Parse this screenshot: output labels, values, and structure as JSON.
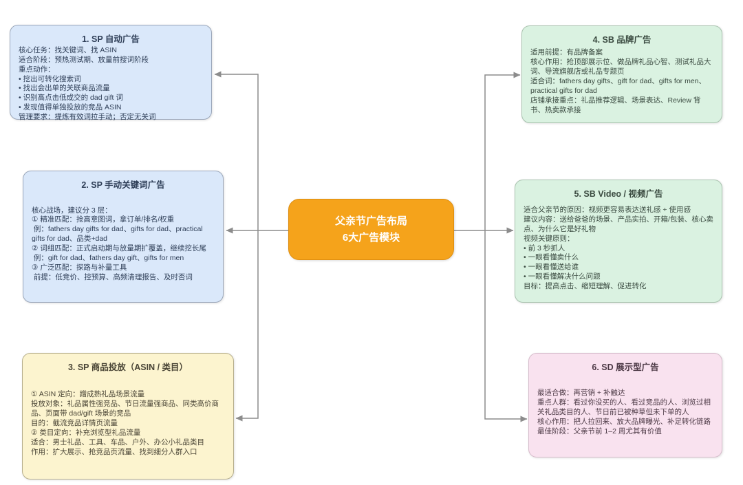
{
  "colors": {
    "center_fill": "#F5A31B",
    "center_border": "#DE8E10",
    "arrow": "#8C8C8C",
    "blue_fill": "#DAE8FA",
    "blue_border": "#9AA6B9",
    "blue_text": "#2E3E57",
    "yellow_fill": "#FCF4CF",
    "yellow_border": "#B6AE8C",
    "yellow_text": "#4A4536",
    "green_fill": "#DAF2E1",
    "green_border": "#A8C2AE",
    "green_text": "#3A4A40",
    "pink_fill": "#F9E2EF",
    "pink_border": "#D6BCCB",
    "pink_text": "#4D3A46"
  },
  "diagram": {
    "center": {
      "lines": [
        "父亲节广告布局",
        "6大广告模块"
      ]
    },
    "boxes": [
      {
        "title": "1. SP 自动广告",
        "lines": [
          "核心任务：找关键词、找 ASIN",
          "适合阶段：预热测试期、放量前搜词阶段",
          "重点动作：",
          "• 挖出可转化搜索词",
          "• 找出会出单的关联商品流量",
          "• 识别高点击低成交的 dad gift 词",
          "• 发现值得单独投放的竞品 ASIN",
          "管理要求：提炼有效词拉手动；否定无关词"
        ]
      },
      {
        "title": "2. SP 手动关键词广告",
        "lines": [
          "核心战场，建议分 3 层：",
          "① 精准匹配：抢高意图词，拿订单/排名/权重",
          " 例：fathers day gifts for dad、gifts for dad、practical gifts for dad、品类+dad",
          "② 词组匹配：正式启动期与放量期扩覆盖，继续挖长尾",
          " 例：gift for dad、fathers day gift、gifts for men",
          "③ 广泛匹配：探路与补量工具",
          " 前提：低竞价、控预算、高频清理报告、及时否词"
        ]
      },
      {
        "title": "3. SP 商品投放（ASIN / 类目）",
        "lines": [
          "① ASIN 定向：蹭成熟礼品场景流量",
          "投放对象：礼品属性强竞品、节日流量强商品、同类高价商品、页面带 dad/gift 场景的竞品",
          "目的：截流竞品详情页流量",
          "② 类目定向：补充浏览型礼品流量",
          "适合：男士礼品、工具、车品、户外、办公小礼品类目",
          "作用：扩大展示、抢竞品页流量、找到细分人群入口"
        ]
      },
      {
        "title": "4. SB 品牌广告",
        "lines": [
          "适用前提：有品牌备案",
          "核心作用：抢顶部展示位、做品牌礼品心智、测试礼品大词、导流旗舰店或礼品专题页",
          "适合词：fathers day gifts、gift for dad、gifts for men、practical gifts for dad",
          "店铺承接重点：礼品推荐逻辑、场景表达、Review 背书、热卖款承接"
        ]
      },
      {
        "title": "5. SB Video / 视频广告",
        "lines": [
          "适合父亲节的原因：视频更容易表达送礼感 + 使用感",
          "建议内容：送给爸爸的场景、产品实拍、开箱/包装、核心卖点、为什么它是好礼物",
          "视频关键原则：",
          "• 前 3 秒抓人",
          "• 一眼看懂卖什么",
          "• 一眼看懂送给谁",
          "• 一眼看懂解决什么问题",
          "目标：提高点击、缩短理解、促进转化"
        ]
      },
      {
        "title": "6. SD 展示型广告",
        "lines": [
          "最适合做：再营销 + 补触达",
          "重点人群：看过你没买的人、看过竞品的人、浏览过相关礼品类目的人、节日前已被种草但未下单的人",
          "核心作用：把人拉回来、放大品牌曝光、补足转化链路",
          "最佳阶段：父亲节前 1–2 周尤其有价值"
        ]
      }
    ]
  }
}
